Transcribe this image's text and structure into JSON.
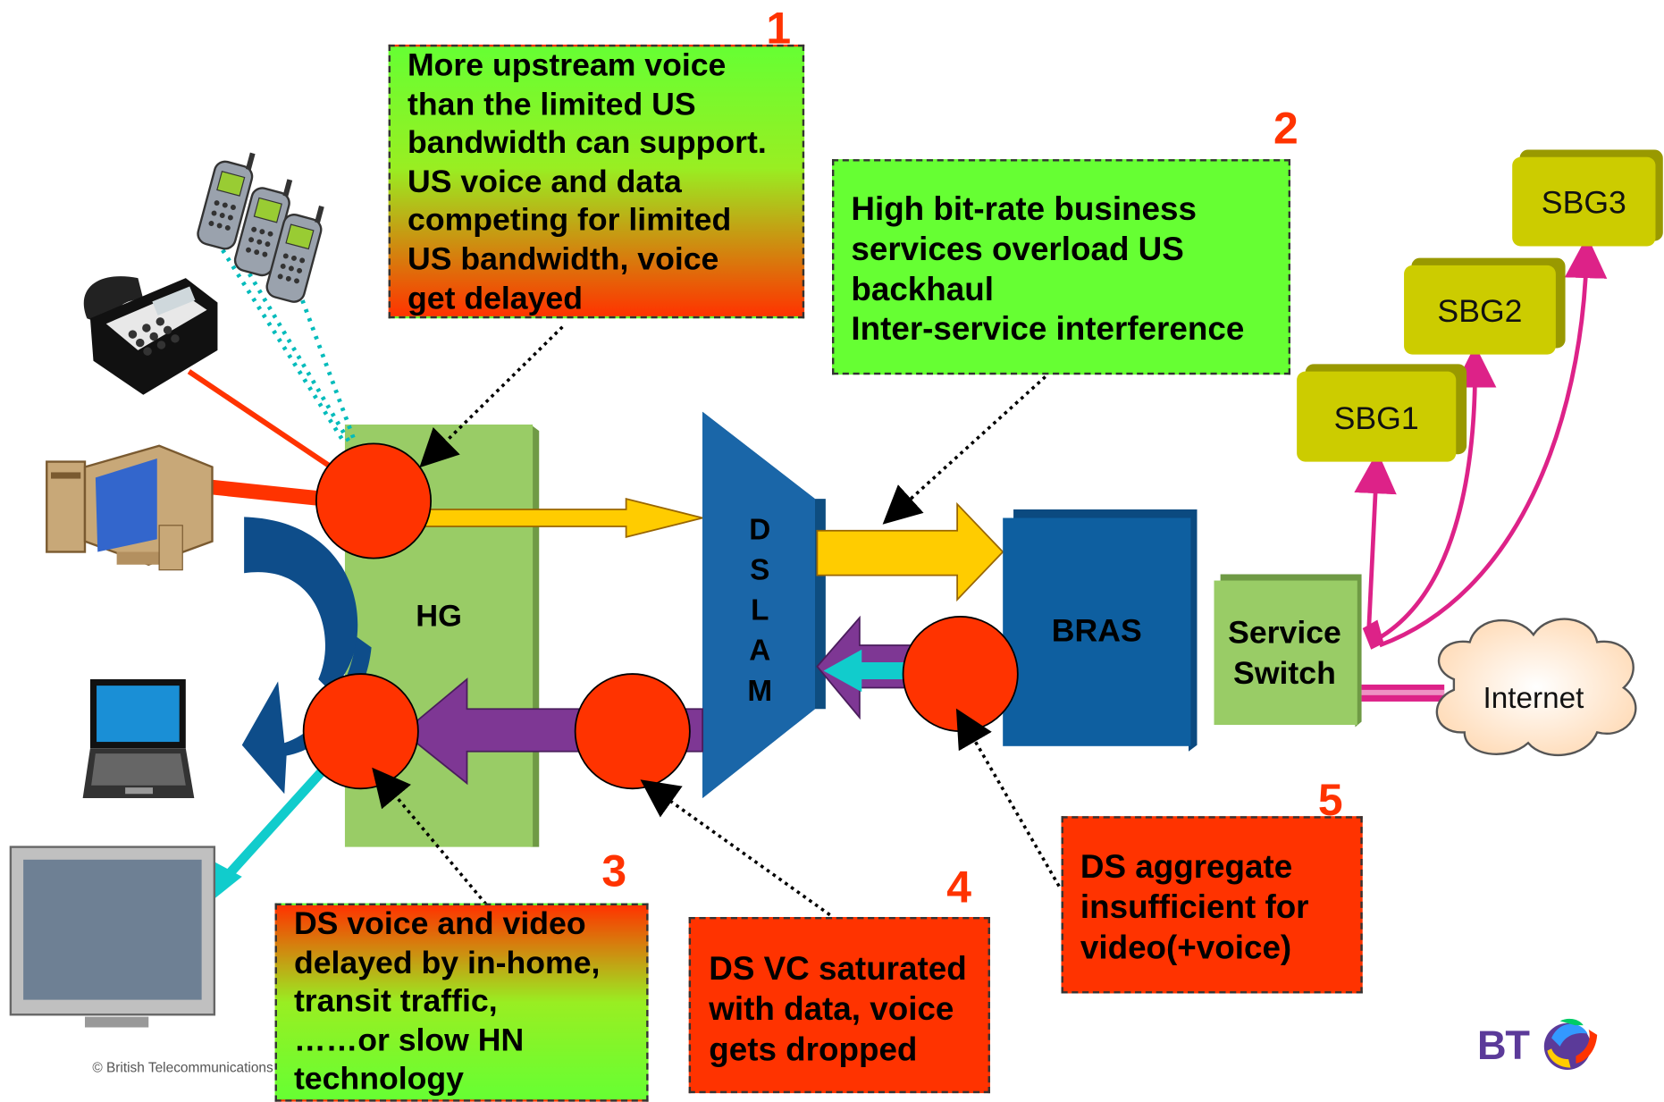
{
  "numbers": {
    "n1": "1",
    "n2": "2",
    "n3": "3",
    "n4": "4",
    "n5": "5"
  },
  "callouts": {
    "c1": "More upstream voice\nthan the limited US\nbandwidth can support.\nUS voice and data\ncompeting for limited\nUS bandwidth, voice\nget delayed",
    "c2": "High bit-rate business\nservices overload US\nbackhaul\nInter-service interference",
    "c3": "DS voice and video\ndelayed by in-home,\ntransit traffic,\n……or slow HN\ntechnology",
    "c4": "DS VC saturated\nwith data, voice\ngets dropped",
    "c5": "DS aggregate\ninsufficient for\nvideo(+voice)"
  },
  "nodes": {
    "hg": "HG",
    "dslam": [
      "D",
      "S",
      "L",
      "A",
      "M"
    ],
    "bras": "BRAS",
    "service_switch": "Service\nSwitch",
    "internet": "Internet",
    "sbg1": "SBG1",
    "sbg2": "SBG2",
    "sbg3": "SBG3"
  },
  "footer": {
    "copyright": "© British Telecommunications"
  },
  "logo": {
    "text": "BT"
  },
  "colors": {
    "callout_red": "#ff3300",
    "callout_green": "#66ff33",
    "hg_green": "#99cc66",
    "dslam_blue": "#1a5f9e",
    "bras_blue": "#0e5fa0",
    "sbg_yellow": "#cccc00",
    "hotspot_red": "#ff3300",
    "us_arrow": "#ffcc00",
    "ds_arrow": "#7e3794",
    "video_teal": "#00cccc",
    "sbg_link": "#dd2288"
  }
}
